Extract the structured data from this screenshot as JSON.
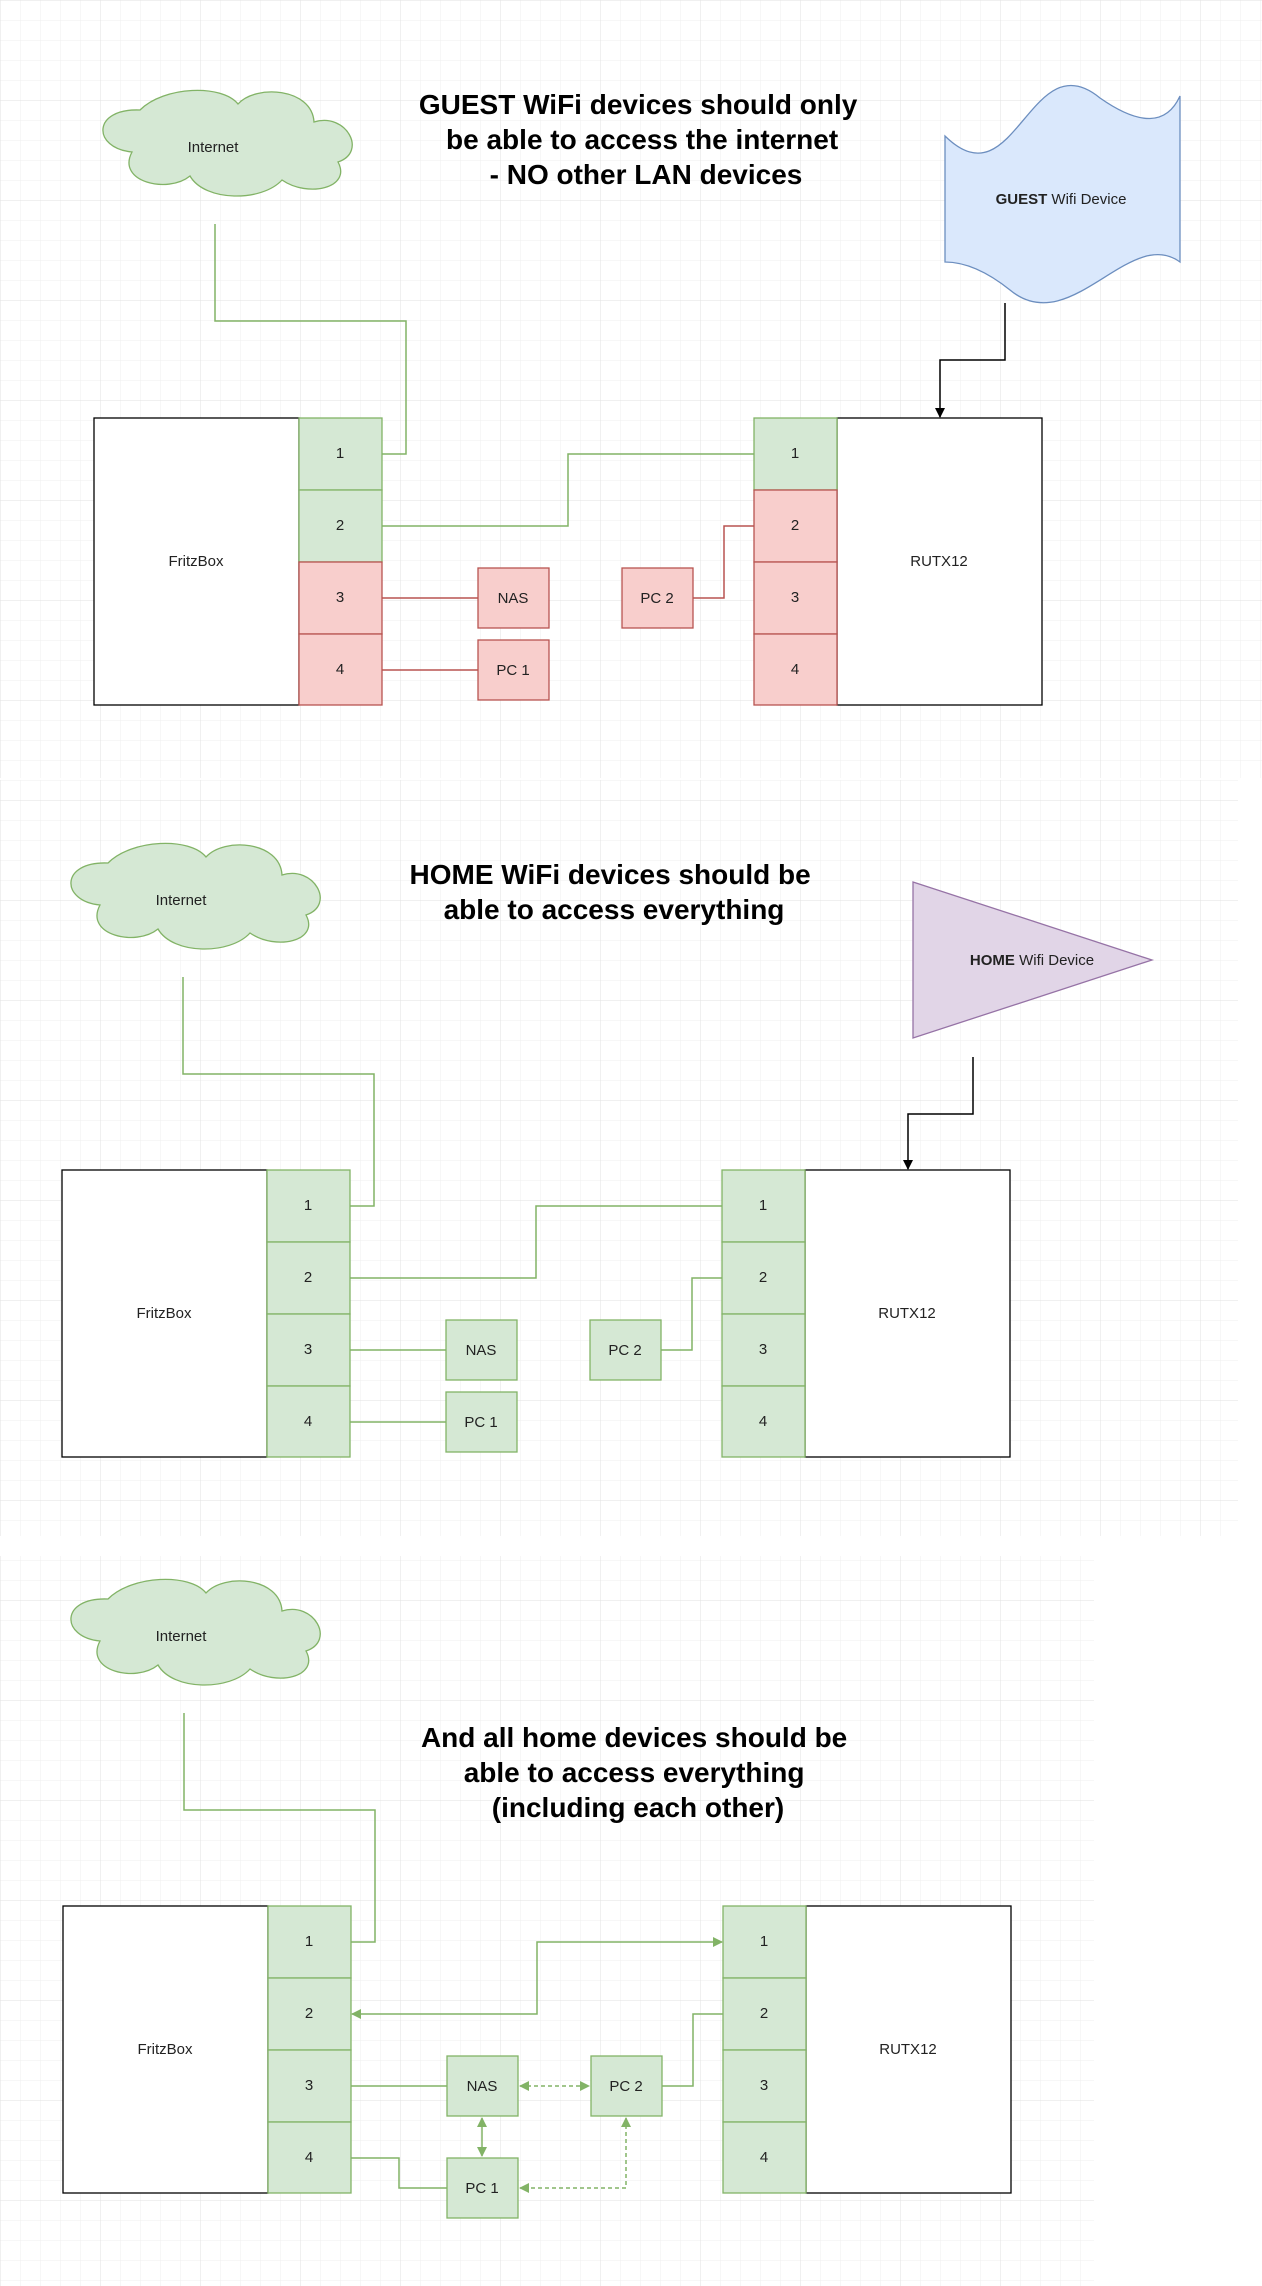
{
  "colors": {
    "green_fill": "#d5e8d4",
    "green_stroke": "#82b366",
    "red_fill": "#f8cecc",
    "red_stroke": "#b85450",
    "blue_fill": "#dae8fc",
    "blue_stroke": "#6c8ebf",
    "purple_fill": "#e1d5e7",
    "purple_stroke": "#9673a6"
  },
  "panels": [
    {
      "title_lines": [
        {
          "bold": "GUEST",
          "rest": " WiFi devices should only"
        },
        {
          "bold": "",
          "rest": "be able to access the internet"
        },
        {
          "bold": "",
          "rest": "- NO other LAN devices"
        }
      ],
      "internet_label": "Internet",
      "wifi_device": {
        "bold": "GUEST",
        "rest": " Wifi Device"
      },
      "fritzbox_label": "FritzBox",
      "rutx_label": "RUTX12",
      "fritz_ports": [
        "1",
        "2",
        "3",
        "4"
      ],
      "rutx_ports": [
        "1",
        "2",
        "3",
        "4"
      ],
      "nas_label": "NAS",
      "pc1_label": "PC 1",
      "pc2_label": "PC 2"
    },
    {
      "title_lines": [
        {
          "bold": "HOME",
          "rest": " WiFi devices should be"
        },
        {
          "bold": "",
          "rest": "able to access everything"
        }
      ],
      "internet_label": "Internet",
      "wifi_device": {
        "bold": "HOME",
        "rest": " Wifi Device"
      },
      "fritzbox_label": "FritzBox",
      "rutx_label": "RUTX12",
      "fritz_ports": [
        "1",
        "2",
        "3",
        "4"
      ],
      "rutx_ports": [
        "1",
        "2",
        "3",
        "4"
      ],
      "nas_label": "NAS",
      "pc1_label": "PC 1",
      "pc2_label": "PC 2"
    },
    {
      "title_lines": [
        {
          "bold": "",
          "rest": "And all home devices should be"
        },
        {
          "bold": "",
          "rest": "able to access everything"
        },
        {
          "bold": "",
          "rest": "(including each other)"
        }
      ],
      "internet_label": "Internet",
      "fritzbox_label": "FritzBox",
      "rutx_label": "RUTX12",
      "fritz_ports": [
        "1",
        "2",
        "3",
        "4"
      ],
      "rutx_ports": [
        "1",
        "2",
        "3",
        "4"
      ],
      "nas_label": "NAS",
      "pc1_label": "PC 1",
      "pc2_label": "PC 2"
    }
  ]
}
